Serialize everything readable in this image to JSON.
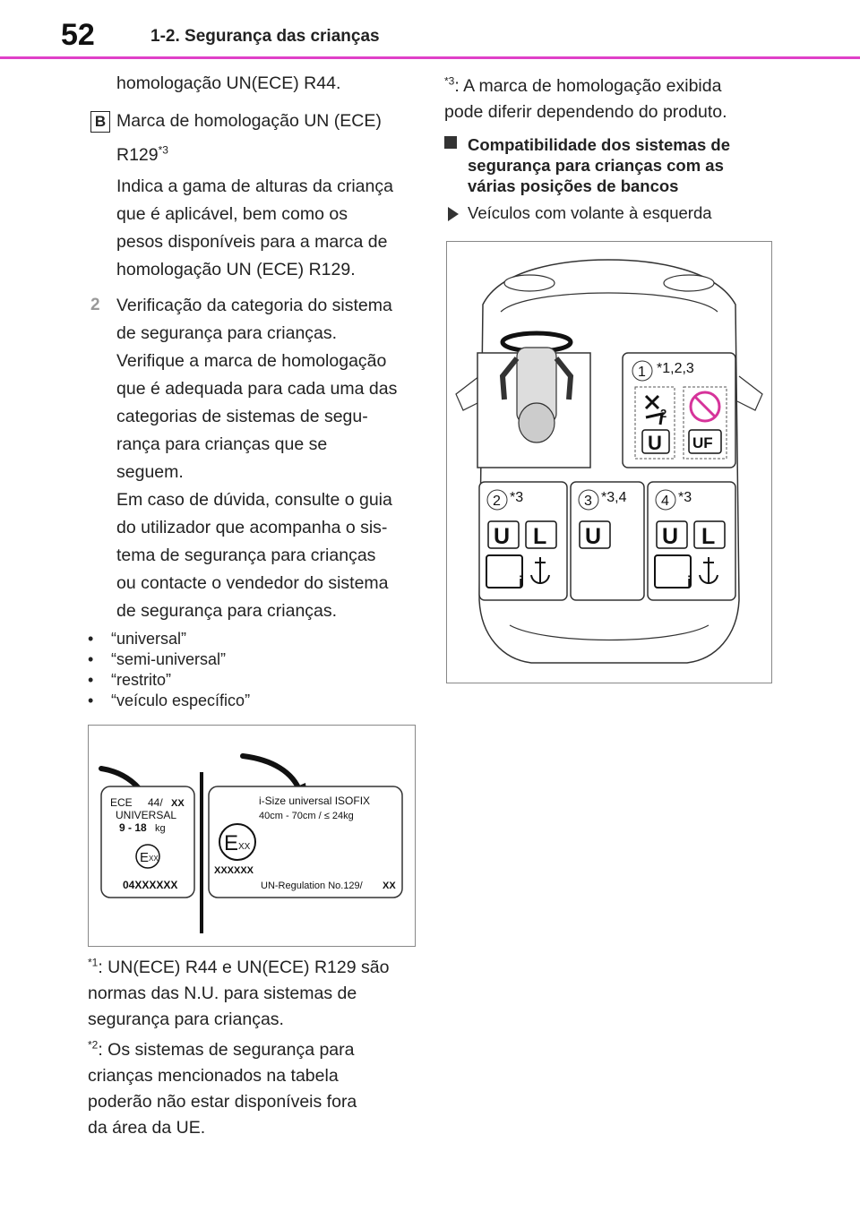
{
  "header": {
    "page_number": "52",
    "section_title": "1-2. Segurança das crianças",
    "accent_color": "#e040c8"
  },
  "left": {
    "line1": "homologação UN(ECE) R44.",
    "badge": "B",
    "b_title": "Marca de homologação UN (ECE)",
    "b_title2": "R129",
    "b_title2_sup": "*3",
    "b_desc": [
      "Indica a gama de alturas da criança",
      "que é aplicável, bem como os",
      "pesos disponíveis para a marca de",
      "homologação UN (ECE) R129."
    ],
    "step_number": "2",
    "step_lines": [
      "Verificação da categoria do sistema",
      "de segurança para crianças.",
      "Verifique a marca de homologação",
      "que é adequada para cada uma das",
      "categorias de sistemas de segu-",
      "rança para crianças que se",
      "seguem.",
      "Em caso de dúvida, consulte o guia",
      "do utilizador que acompanha o sis-",
      "tema de segurança para crianças",
      "ou contacte o vendedor do sistema",
      "de segurança para crianças."
    ],
    "bullets": [
      "“universal”",
      "“semi-universal”",
      "“restrito”",
      "“veículo específico”"
    ],
    "bullet_char": "•",
    "label_figure": {
      "left_label": {
        "ece": "ECE",
        "reg": "44/",
        "xx": "XX",
        "universal": "UNIVERSAL",
        "weight": "9 - 18",
        "weight_unit": "kg",
        "e_mark": "E",
        "e_sub": "XX",
        "approval": "04XXXXXX"
      },
      "right_label": {
        "title": "i-Size universal ISOFIX",
        "range": "40cm - 70cm / ≤ 24kg",
        "e_mark": "E",
        "e_sub": "XX",
        "code": "XXXXXX",
        "regulation": "UN-Regulation No.129/",
        "reg_xx": "XX"
      }
    },
    "notes": [
      {
        "marker": "*1",
        "text1": ": UN(ECE) R44 e UN(ECE) R129 são",
        "rest": [
          "normas das N.U. para sistemas de",
          "segurança para crianças."
        ]
      },
      {
        "marker": "*2",
        "text1": ": Os sistemas de segurança para",
        "rest": [
          "crianças mencionados na tabela",
          "poderão não estar disponíveis fora",
          "da área da UE."
        ]
      }
    ]
  },
  "right": {
    "note3": {
      "marker": "*3",
      "text1": ": A marca de homologação exibida",
      "rest": [
        "pode diferir dependendo do produto."
      ]
    },
    "subheading": "Compatibilidade dos sistemas de segurança para crianças com as várias posições de bancos",
    "sub_item": "Veículos com volante à esquerda",
    "seat_figure": {
      "seats": [
        {
          "num": "1",
          "note": "*1,2,3",
          "marks": [
            "U",
            "UF"
          ],
          "icons": [
            "seat-with-child-icon",
            "no-rear-facing-icon"
          ],
          "level": "2"
        },
        {
          "num": "2",
          "note": "*3",
          "marks": [
            "U",
            "L"
          ],
          "icons": [
            "child-seat-isofix-icon",
            "isofix-anchor-icon"
          ]
        },
        {
          "num": "3",
          "note": "*3,4",
          "marks": [
            "U"
          ],
          "icons": []
        },
        {
          "num": "4",
          "note": "*3",
          "marks": [
            "U",
            "L"
          ],
          "icons": [
            "child-seat-isofix-icon",
            "isofix-anchor-icon"
          ]
        }
      ],
      "icon_i": "i",
      "no_sign_color": "#d6339a"
    }
  }
}
